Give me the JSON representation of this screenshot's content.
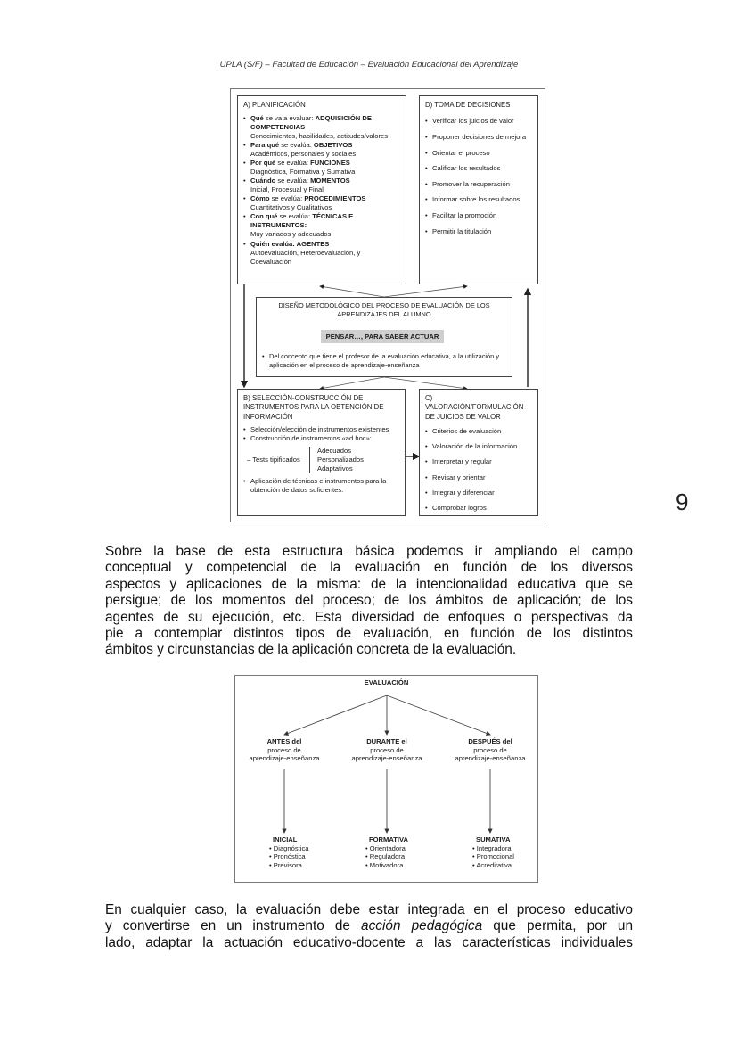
{
  "header": "UPLA (S/F) – Facultad de Educación – Evaluación Educacional del Aprendizaje",
  "page_number": "9",
  "fig1": {
    "A": {
      "title": "A) PLANIFICACIÓN",
      "items": [
        {
          "pre": "Qué",
          "mid": " se va a evaluar: ",
          "strong": "ADQUISICIÓN DE COMPETENCIAS",
          "sub": "Conocimientos, habilidades, actitudes/valores"
        },
        {
          "pre": "Para qué",
          "mid": " se evalúa: ",
          "strong": "OBJETIVOS",
          "sub": "Académicos, personales y sociales"
        },
        {
          "pre": "Por qué",
          "mid": " se evalúa: ",
          "strong": "FUNCIONES",
          "sub": "Diagnóstica, Formativa y Sumativa"
        },
        {
          "pre": "Cuándo",
          "mid": " se evalúa: ",
          "strong": "MOMENTOS",
          "sub": "Inicial, Procesual y Final"
        },
        {
          "pre": "Cómo",
          "mid": " se evalúa: ",
          "strong": "PROCEDIMIENTOS",
          "sub": "Cuantitativos y Cualitativos"
        },
        {
          "pre": "Con qué",
          "mid": " se evalúa: ",
          "strong": "TÉCNICAS E INSTRUMENTOS:",
          "sub": "Muy variados y adecuados"
        },
        {
          "pre": "Quién evalúa: AGENTES",
          "mid": "",
          "strong": "",
          "sub": "Autoevaluación, Heteroevaluación, y Coevaluación"
        }
      ]
    },
    "D": {
      "title": "D) TOMA DE DECISIONES",
      "items": [
        "Verificar los juicios de valor",
        "Proponer decisiones de mejora",
        "Orientar el proceso",
        "Calificar los resultados",
        "Promover la recuperación",
        "Informar sobre los resultados",
        "Facilitar la promoción",
        "Permitir la titulación"
      ]
    },
    "center": {
      "title": "DISEÑO METODOLÓGICO DEL PROCESO DE EVALUACIÓN DE LOS APRENDIZAJES DEL ALUMNO",
      "highlight": "PENSAR…, PARA SABER ACTUAR",
      "bullet": "Del concepto que tiene el profesor de la evaluación educativa, a la utilización y aplicación en el proceso de aprendizaje-enseñanza"
    },
    "B": {
      "title": "B) SELECCIÓN-CONSTRUCCIÓN DE INSTRUMENTOS PARA LA OBTENCIÓN DE INFORMACIÓN",
      "items": [
        "Selección/elección de instrumentos existentes",
        "Construcción de instrumentos «ad hoc»:"
      ],
      "tests_label": "– Tests tipificados",
      "tests_options": [
        "Adecuados",
        "Personalizados",
        "Adaptativos"
      ],
      "last_item": "Aplicación de técnicas e instrumentos para la obtención de datos suficientes."
    },
    "C": {
      "title": "C) VALORACIÓN/FORMULACIÓN DE JUICIOS DE VALOR",
      "items": [
        "Criterios de evaluación",
        "Valoración de la información",
        "Interpretar y regular",
        "Revisar y orientar",
        "Integrar y diferenciar",
        "Comprobar logros"
      ]
    }
  },
  "paragraph1": [
    "Sobre la base de esta estructura básica podemos ir ampliando el campo",
    "conceptual y competencial de la evaluación en función de los diversos",
    "aspectos y aplicaciones de la misma: de la intencionalidad educativa que se",
    "persigue; de los momentos del proceso; de los ámbitos de aplicación; de los",
    "agentes de su ejecución, etc. Esta diversidad de enfoques o perspectivas da",
    "pie a contemplar distintos tipos de evaluación, en función de los distintos",
    "ámbitos y circunstancias de la aplicación concreta de la evaluación."
  ],
  "fig2": {
    "title": "EVALUACIÓN",
    "moments": [
      {
        "strong": "ANTES del",
        "rest": [
          "proceso de",
          "aprendizaje-enseñanza"
        ]
      },
      {
        "strong": "DURANTE el",
        "rest": [
          "proceso de",
          "aprendizaje-enseñanza"
        ]
      },
      {
        "strong": "DESPUÉS del",
        "rest": [
          "proceso de",
          "aprendizaje-enseñanza"
        ]
      }
    ],
    "types": [
      {
        "title": "INICIAL",
        "items": [
          "Diagnóstica",
          "Pronóstica",
          "Previsora"
        ]
      },
      {
        "title": "FORMATIVA",
        "items": [
          "Orientadora",
          "Reguladora",
          "Motivadora"
        ]
      },
      {
        "title": "SUMATIVA",
        "items": [
          "Integradora",
          "Promocional",
          "Acreditativa"
        ]
      }
    ]
  },
  "paragraph2": {
    "line1": "En cualquier caso, la evaluación debe estar integrada en el proceso educativo",
    "line2_a": "y convertirse en un instrumento de ",
    "line2_em": "acción pedagógica",
    "line2_b": " que permita, por un",
    "line3": "lado, adaptar la actuación educativo-docente a las características individuales"
  }
}
